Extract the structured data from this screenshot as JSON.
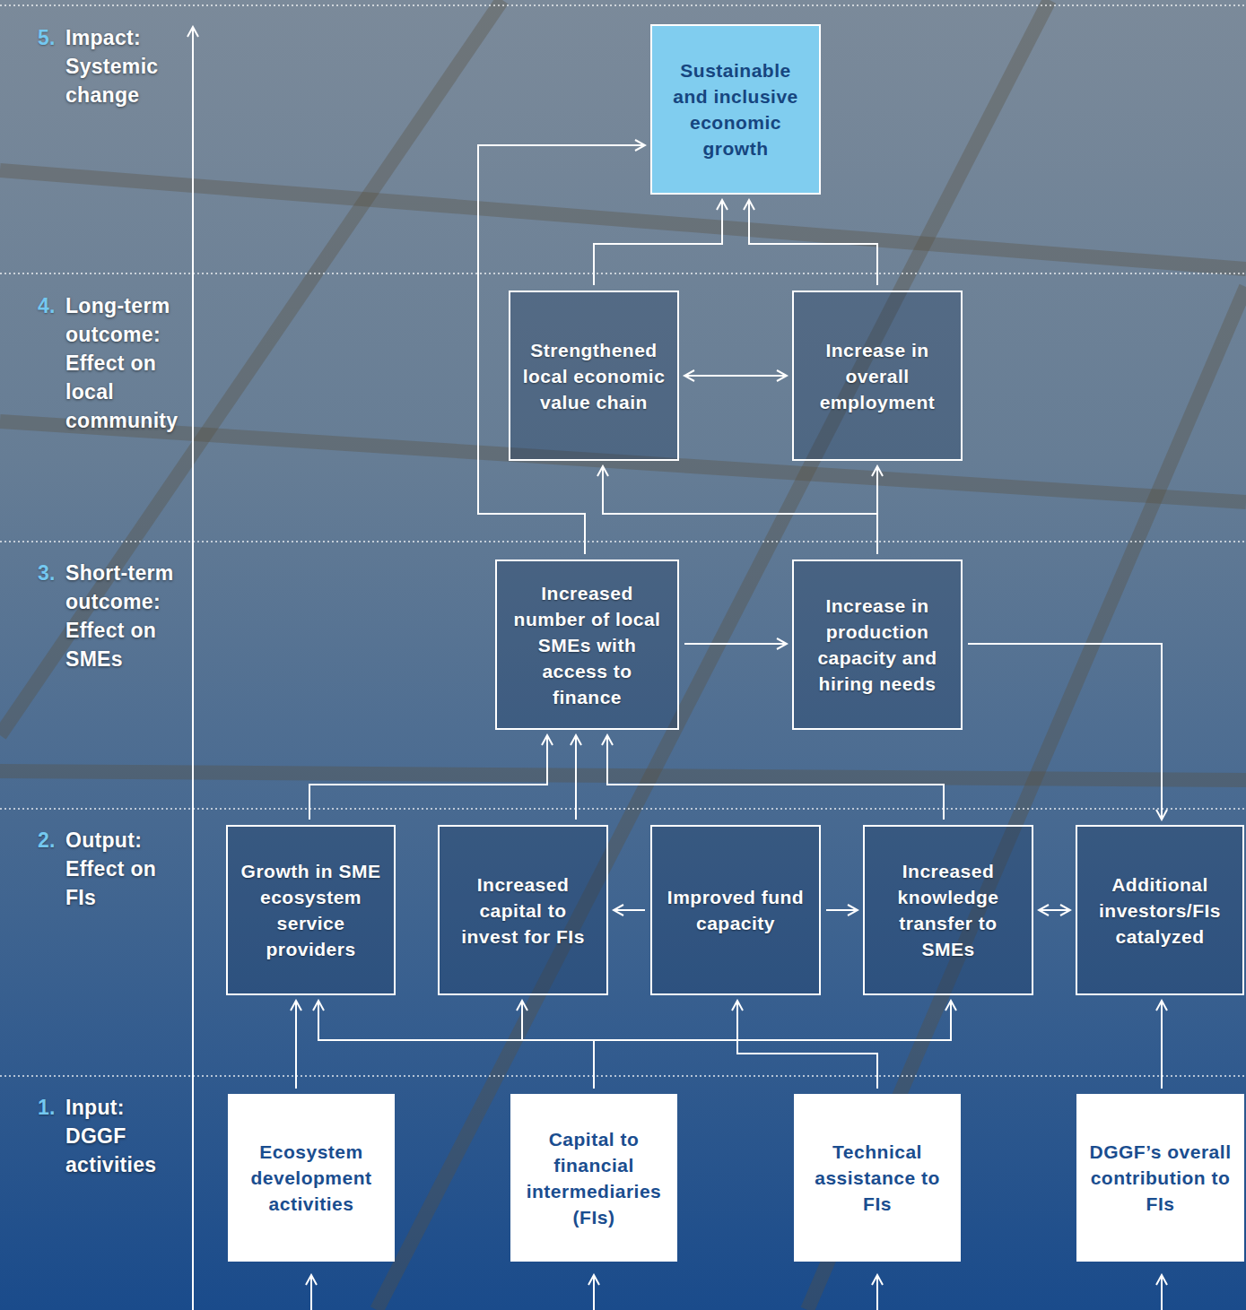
{
  "diagram": {
    "nodes": [
      {
        "text": [
          "Sustainable and inclusive economic growth"
        ]
      },
      {
        "text": [
          "Strengthened local economic value chain"
        ]
      },
      {
        "text": [
          "Increase in overall employment"
        ]
      },
      {
        "text": [
          "Increased number of local SMEs with access to finance"
        ]
      },
      {
        "text": [
          "Increase in production capacity and hiring needs"
        ]
      },
      {
        "text": [
          "Growth in SME ecosystem service providers"
        ]
      },
      {
        "text": [
          "Increased capital to invest for FIs"
        ]
      },
      {
        "text": [
          "Improved fund capacity"
        ]
      },
      {
        "text": [
          "Increased knowledge transfer to SMEs"
        ]
      },
      {
        "text": [
          "Additional investors/FIs catalyzed"
        ]
      },
      {
        "text": [
          "Ecosystem development activities"
        ]
      },
      {
        "text": [
          "Capital to financial intermediaries (FIs)"
        ]
      },
      {
        "text": [
          "Technical assistance to FIs"
        ]
      },
      {
        "text": [
          "DGGF’s overall contribution to FIs"
        ]
      }
    ],
    "edges": [
      {
        "from": 1,
        "to": 2,
        "arrow": "both"
      },
      {
        "from": 1,
        "to": 0,
        "arrow": "to"
      },
      {
        "from": 2,
        "to": 0,
        "arrow": "to"
      },
      {
        "from": 3,
        "to": 0,
        "arrow": "to"
      },
      {
        "from": 4,
        "to": 1,
        "arrow": "to"
      },
      {
        "from": 4,
        "to": 2,
        "arrow": "to"
      },
      {
        "from": 3,
        "to": 4,
        "arrow": "to"
      },
      {
        "from": 4,
        "to": 9,
        "arrow": "to"
      },
      {
        "from": 5,
        "to": 3,
        "arrow": "to"
      },
      {
        "from": 6,
        "to": 3,
        "arrow": "to"
      },
      {
        "from": 8,
        "to": 3,
        "arrow": "to"
      },
      {
        "from": 7,
        "to": 6,
        "arrow": "to"
      },
      {
        "from": 7,
        "to": 8,
        "arrow": "to"
      },
      {
        "from": 8,
        "to": 9,
        "arrow": "both"
      },
      {
        "from": 10,
        "to": 5,
        "arrow": "to"
      },
      {
        "from": 11,
        "to": 5,
        "arrow": "to"
      },
      {
        "from": 11,
        "to": 6,
        "arrow": "to"
      },
      {
        "from": 11,
        "to": 8,
        "arrow": "to"
      },
      {
        "from": 12,
        "to": 7,
        "arrow": "to"
      },
      {
        "from": 13,
        "to": 9,
        "arrow": "to"
      }
    ],
    "labels": [
      "5.",
      "Impact: Systemic change",
      "4.",
      "Long-term outcome: Effect on local community",
      "3.",
      "Short-term outcome: Effect on SMEs",
      "2.",
      "Output: Effect on FIs",
      "1.",
      "Input: DGGF activities"
    ]
  }
}
